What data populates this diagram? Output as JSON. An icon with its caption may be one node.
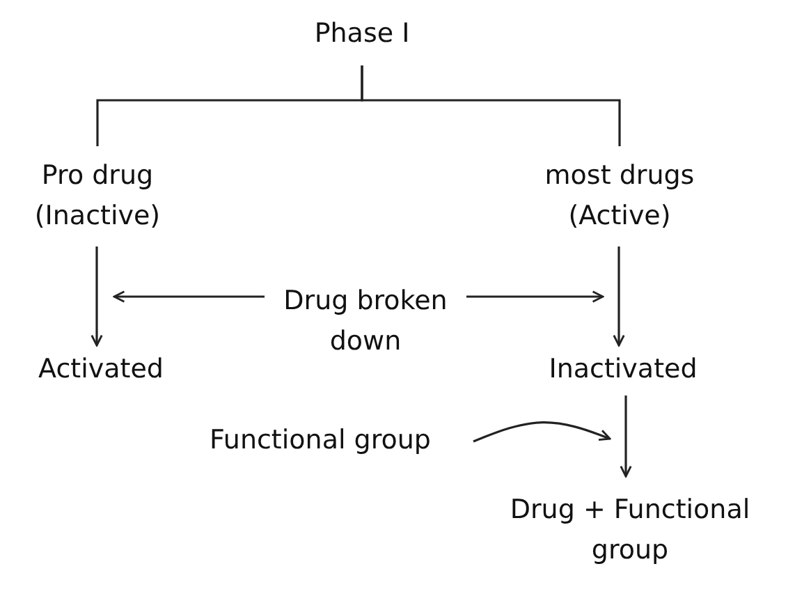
{
  "diagram": {
    "nodes": [
      {
        "text": [
          "Phase I"
        ]
      },
      {
        "text": [
          "Pro drug (Inactive)"
        ]
      },
      {
        "text": [
          "most drugs (Active)"
        ]
      },
      {
        "text": [
          "Drug broken down"
        ]
      },
      {
        "text": [
          "Activated"
        ]
      },
      {
        "text": [
          "Inactivated"
        ]
      },
      {
        "text": [
          "Functional group"
        ]
      },
      {
        "text": [
          "Drug + Functional group"
        ]
      }
    ],
    "edges": [
      {
        "from": 0,
        "to": 1,
        "arrow": "none"
      },
      {
        "from": 0,
        "to": 2,
        "arrow": "none"
      },
      {
        "from": 1,
        "to": 4,
        "arrow": "to"
      },
      {
        "from": 2,
        "to": 5,
        "arrow": "to"
      },
      {
        "from": 3,
        "to": null,
        "arrow": "to"
      },
      {
        "from": 3,
        "to": null,
        "arrow": "to"
      },
      {
        "from": 5,
        "to": 7,
        "arrow": "to"
      },
      {
        "from": 6,
        "to": null,
        "arrow": "to"
      }
    ]
  }
}
